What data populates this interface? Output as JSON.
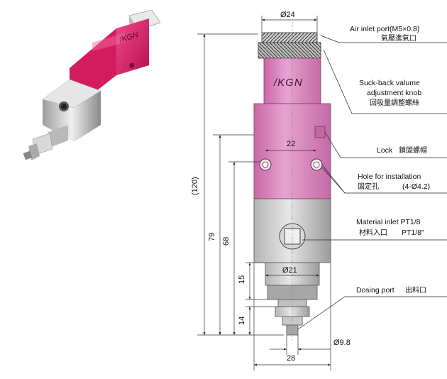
{
  "diagram": {
    "brand_logo": "/KGN",
    "colors": {
      "body_magenta": "#d978b8",
      "body_magenta_dark": "#b0508f",
      "photo_magenta": "#e0206a",
      "steel": "#c8c8c8",
      "steel_dark": "#8f8f8f",
      "knob": "#a8a8a8"
    },
    "dimensions": {
      "knob_diameter": "Ø24",
      "hole_spacing": "22",
      "overall_height": "(120)",
      "height_79": "79",
      "height_68": "68",
      "height_15": "15",
      "height_14": "14",
      "lower_diameter": "Ø21",
      "tip_diameter": "Ø9.8",
      "body_width": "28"
    },
    "callouts": {
      "air_inlet": {
        "en": "Air inlet port(M5×0.8)",
        "zh": "氣壓進氣口"
      },
      "suck_back": {
        "en1": "Suck-back valume",
        "en2": "adjustment knob",
        "zh": "回吸量調整螺絲"
      },
      "lock": {
        "en": "Lock",
        "zh": "鎖固螺帽"
      },
      "hole": {
        "en": "Hole for installation",
        "zh": "固定孔",
        "spec": "(4-Ø4.2)"
      },
      "material": {
        "en": "Material inlet PT1/8",
        "zh": "材料入口",
        "spec": "PT1/8\""
      },
      "dosing": {
        "en": "Dosing port",
        "zh": "出料口"
      }
    }
  }
}
